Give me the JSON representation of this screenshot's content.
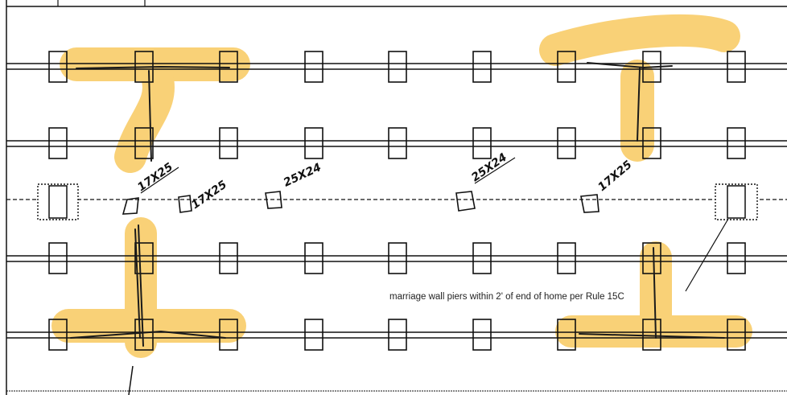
{
  "drawing": {
    "annotation_text": "marriage wall piers within 2' of end of home per Rule 15C",
    "handwritten_sizes": [
      "17X25",
      "17X25",
      "25X24",
      "25X24",
      "17X25"
    ],
    "colors": {
      "line": "#111111",
      "highlight": "#f7c24a",
      "pen": "#1a1a1a"
    }
  }
}
